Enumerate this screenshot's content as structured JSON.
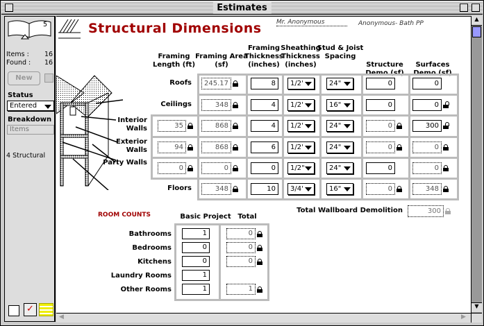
{
  "window": {
    "title": "Estimates"
  },
  "sidebar": {
    "page_number": "5",
    "items_label": "Items :",
    "items_value": "16",
    "found_label": "Found :",
    "found_value": "16",
    "new_button": "New",
    "status_label": "Status",
    "status_value": "Entered",
    "breakdown_label": "Breakdown",
    "breakdown_value": "Items",
    "layout_name": "4 Structural"
  },
  "header": {
    "title": "Structural Dimensions",
    "client": "Mr. Anonymous",
    "project": "Anonymous- Bath PP"
  },
  "columns": [
    "Framing Length (ft)",
    "Framing Area (sf)",
    "Framing Thickness (inches)",
    "Sheathing Thickness (inches)",
    "Stud & Joist Spacing",
    "Structure Demo (sf)",
    "Surfaces Demo (sf)"
  ],
  "rows": [
    {
      "label": "Roofs",
      "length": null,
      "area": "245.17",
      "thickness": "8",
      "sheathing": "1/2'",
      "spacing": "24\"",
      "structure": "0",
      "structure_locked": false,
      "surfaces": "0",
      "surfaces_lock": "none"
    },
    {
      "label": "Ceilings",
      "length": null,
      "area": "348",
      "thickness": "4",
      "sheathing": "1/2'",
      "spacing": "16\"",
      "structure": "0",
      "structure_locked": false,
      "surfaces": "0",
      "surfaces_lock": "open"
    },
    {
      "label": "Interior Walls",
      "length": "35",
      "area": "868",
      "thickness": "4",
      "sheathing": "1/2'",
      "spacing": "24\"",
      "structure": "0",
      "structure_locked": true,
      "surfaces": "300",
      "surfaces_lock": "open"
    },
    {
      "label": "Exterior Walls",
      "length": "94",
      "area": "868",
      "thickness": "6",
      "sheathing": "1/2'",
      "spacing": "24\"",
      "structure": "0",
      "structure_locked": true,
      "surfaces": "0",
      "surfaces_lock": "locked"
    },
    {
      "label": "Party Walls",
      "length": "0",
      "area": "0",
      "thickness": "0",
      "sheathing": "1/2\"",
      "spacing": "24\"",
      "structure": "0",
      "structure_locked": false,
      "surfaces": "0",
      "surfaces_lock": "locked"
    },
    {
      "label": "Floors",
      "length": null,
      "area": "348",
      "thickness": "10",
      "sheathing": "3/4'",
      "spacing": "16\"",
      "structure": "0",
      "structure_locked": true,
      "surfaces": "348",
      "surfaces_lock": "locked"
    }
  ],
  "total_wallboard": {
    "label": "Total Wallboard Demolition",
    "value": "300"
  },
  "room_counts": {
    "title": "ROOM COUNTS",
    "col_basic": "Basic Project",
    "col_total": "Total",
    "rows": [
      {
        "label": "Bathrooms",
        "basic": "1",
        "total": "0"
      },
      {
        "label": "Bedrooms",
        "basic": "0",
        "total": "0"
      },
      {
        "label": "Kitchens",
        "basic": "0",
        "total": "0"
      },
      {
        "label": "Laundry Rooms",
        "basic": "1",
        "total": null
      },
      {
        "label": "Other Rooms",
        "basic": "1",
        "total": "1"
      }
    ]
  },
  "colors": {
    "title": "#a00000",
    "grid": "#bbbbbb"
  }
}
